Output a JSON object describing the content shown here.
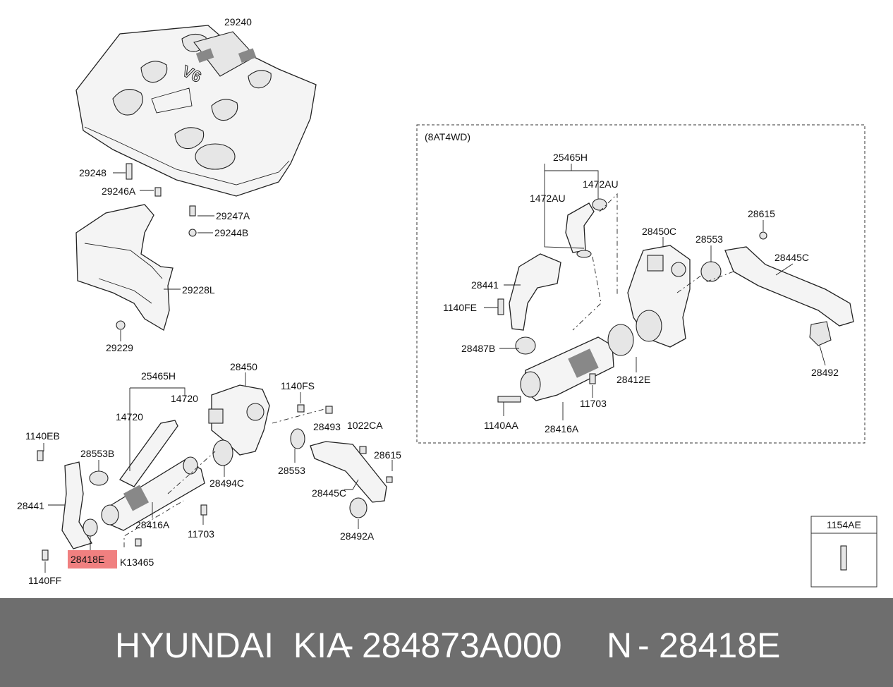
{
  "footer": {
    "brand": "HYUNDAI  KIA",
    "sep1": "-",
    "part_number": "284873A000",
    "n_label": "N",
    "sep2": "-",
    "ref_number": "28418E"
  },
  "highlight_color": "#f08080",
  "inset": {
    "title": "(8AT4WD)"
  },
  "box_1154": {
    "title": "1154AE"
  },
  "labels": {
    "l29240": "29240",
    "l29248": "29248",
    "l29246A": "29246A",
    "l29247A": "29247A",
    "l29244B": "29244B",
    "l29228L": "29228L",
    "l29229": "29229",
    "l25465H_a": "25465H",
    "l28450": "28450",
    "l1140FS": "1140FS",
    "l14720_a": "14720",
    "l14720_b": "14720",
    "l28493": "28493",
    "l1022CA": "1022CA",
    "l1140EB": "1140EB",
    "l28553B": "28553B",
    "l28615_a": "28615",
    "l28553_a": "28553",
    "l28494C": "28494C",
    "l28441_a": "28441",
    "l28445C_a": "28445C",
    "l28416A_a": "28416A",
    "l11703_a": "11703",
    "l28492A": "28492A",
    "l28418E": "28418E",
    "lK13465": "K13465",
    "l1140FF": "1140FF",
    "l25465H_b": "25465H",
    "l1472AU_a": "1472AU",
    "l1472AU_b": "1472AU",
    "l28615_b": "28615",
    "l28450C": "28450C",
    "l28553_b": "28553",
    "l28445C_b": "28445C",
    "l28441_b": "28441",
    "l1140FE": "1140FE",
    "l28487B": "28487B",
    "l28412E": "28412E",
    "l28492": "28492",
    "l11703_b": "11703",
    "l1140AA": "1140AA",
    "l28416A_b": "28416A"
  }
}
